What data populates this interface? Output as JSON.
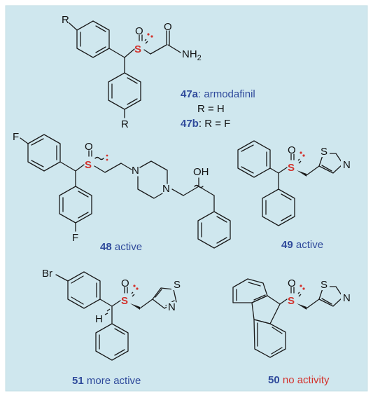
{
  "atoms": {
    "R": "R",
    "S": "S",
    "O": "O",
    "NH2": "NH",
    "NH2_sub": "2",
    "F": "F",
    "N": "N",
    "OH": "OH",
    "Br": "Br",
    "H": "H"
  },
  "captions": {
    "c47a_id": "47a",
    "c47a_name": ": armodafinil",
    "c47a_sub": "R = H",
    "c47b_id": "47b",
    "c47b_sub": ": R = F",
    "c48_id": "48",
    "c48_txt": " active",
    "c49_id": "49",
    "c49_txt": " active",
    "c51_id": "51",
    "c51_txt": " more active",
    "c50_id": "50",
    "c50_txt": " no activity"
  },
  "colors": {
    "panel": "#cfe7ee",
    "sulfur": "#d3322c",
    "caption_blue": "#2f4a9b",
    "caption_red": "#d3322c"
  }
}
